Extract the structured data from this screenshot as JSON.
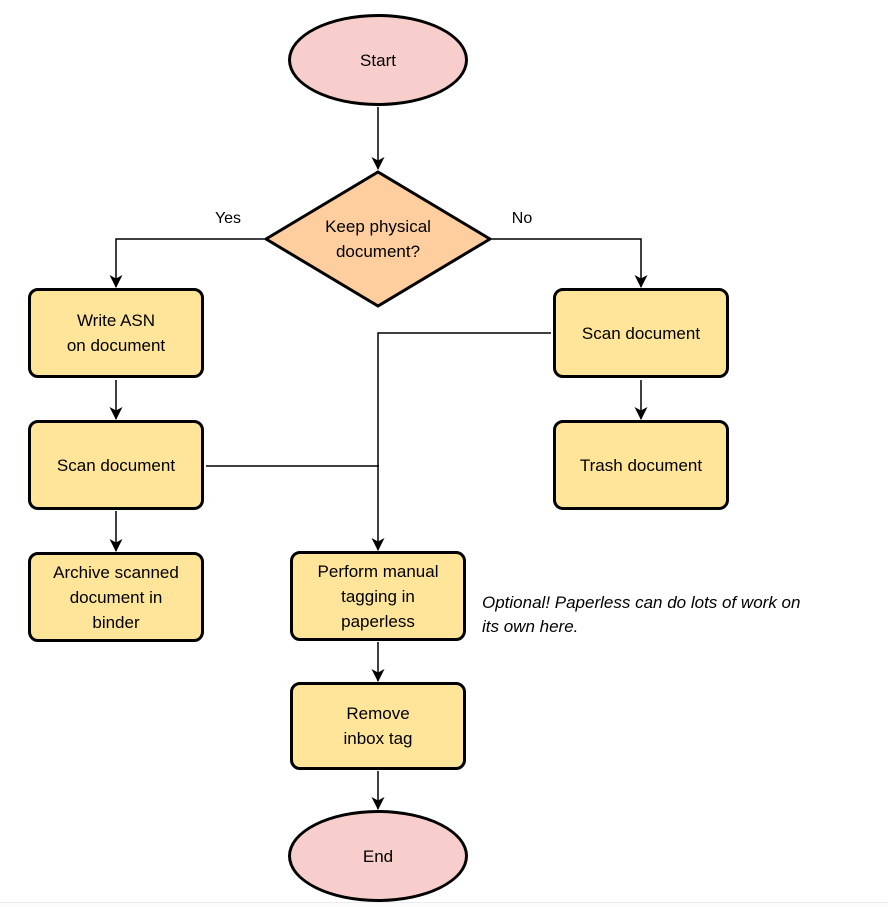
{
  "nodes": {
    "start": {
      "label": "Start",
      "shape": "ellipse"
    },
    "decision": {
      "label": "Keep physical\ndocument?",
      "shape": "diamond"
    },
    "write_asn": {
      "label": "Write ASN\non document",
      "shape": "process"
    },
    "scan_left": {
      "label": "Scan document",
      "shape": "process"
    },
    "archive": {
      "label": "Archive scanned\ndocument in\nbinder",
      "shape": "process"
    },
    "scan_right": {
      "label": "Scan document",
      "shape": "process"
    },
    "trash": {
      "label": "Trash document",
      "shape": "process"
    },
    "tagging": {
      "label": "Perform manual\ntagging in\npaperless",
      "shape": "process"
    },
    "remove_inbox": {
      "label": "Remove\ninbox tag",
      "shape": "process"
    },
    "end": {
      "label": "End",
      "shape": "ellipse"
    }
  },
  "edges": [
    {
      "from": "start",
      "to": "decision",
      "label": ""
    },
    {
      "from": "decision",
      "to": "write_asn",
      "label": "Yes"
    },
    {
      "from": "decision",
      "to": "scan_right",
      "label": "No"
    },
    {
      "from": "write_asn",
      "to": "scan_left",
      "label": ""
    },
    {
      "from": "scan_left",
      "to": "archive",
      "label": ""
    },
    {
      "from": "scan_left",
      "to": "tagging",
      "label": ""
    },
    {
      "from": "scan_right",
      "to": "trash",
      "label": ""
    },
    {
      "from": "scan_right",
      "to": "tagging",
      "label": ""
    },
    {
      "from": "tagging",
      "to": "remove_inbox",
      "label": ""
    },
    {
      "from": "remove_inbox",
      "to": "end",
      "label": ""
    }
  ],
  "note": "Optional! Paperless can do lots of work on\nits own here.",
  "colors": {
    "terminal_fill": "#f8cecc",
    "decision_fill": "#ffce9f",
    "process_fill": "#ffe599",
    "stroke": "#000000"
  }
}
